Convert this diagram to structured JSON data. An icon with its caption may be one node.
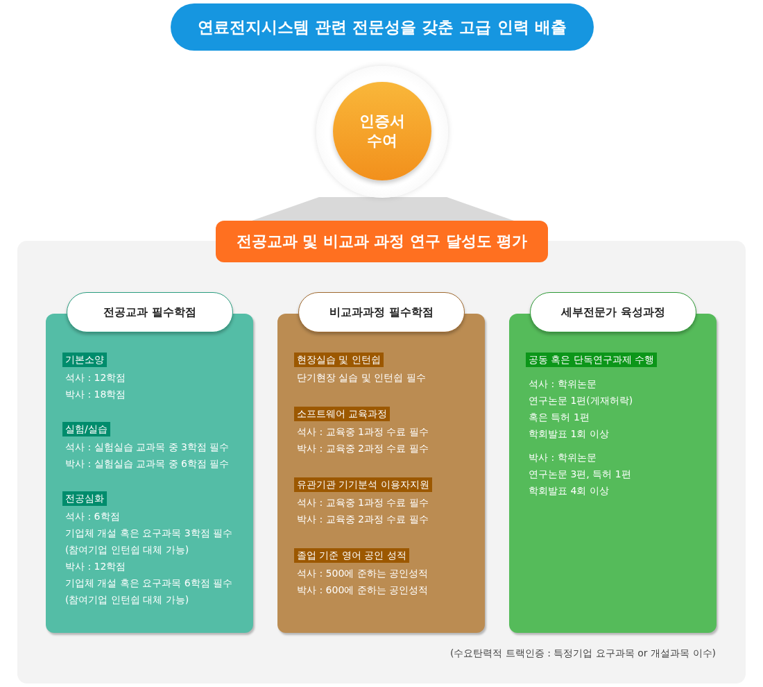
{
  "diagram": {
    "title": "연료전지시스템 관련 전문성을 갖춘 고급 인력 배출",
    "nodes": [
      {
        "text": [
          "인증서 수여"
        ]
      },
      {
        "text": [],
        "shape": "triangle"
      },
      {
        "text": [
          "전공교과 및 비교과 과정 연구 달성도 평가"
        ]
      },
      {
        "text": [
          "전공교과 필수학점"
        ]
      },
      {
        "text": [
          "기본소양",
          "석사 : 12학점",
          "박사 : 18학점"
        ],
        "in": 3
      },
      {
        "text": [
          "실험/실습",
          "석사 : 실험실습 교과목 중 3학점 필수",
          "박사 : 실험실습 교과목 중 6학점 필수"
        ],
        "in": 3
      },
      {
        "text": [
          "전공심화",
          "석사 : 6학점",
          "기업체 개설 혹은 요구과목 3학점 필수",
          "(참여기업 인턴쉽 대체 가능)"
        ],
        "in": 3
      },
      {
        "text": [
          "박사 : 12학점",
          "기업체 개설 혹은 요구과목 6학점 필수",
          "(참여기업 인턴쉽 대체 가능)"
        ],
        "in": 3
      },
      {
        "text": [
          "비교과과정 필수학점"
        ]
      },
      {
        "text": [
          "현장실습 및 인턴쉽",
          "단기현장 실습 및 인턴쉽 필수"
        ],
        "in": 8
      },
      {
        "text": [
          "소프트웨어 교육과정",
          "석사 : 교육중 1과정 수료 필수",
          "박사 : 교육중 2과정 수료 필수"
        ],
        "in": 8
      },
      {
        "text": [
          "유관기관 기기분석 이용자지원",
          "석사 : 교육중 1과정 수료 필수",
          "박사 : 교육중 2과정 수료 필수"
        ],
        "in": 8
      },
      {
        "text": [
          "졸업 기준 영어 공인 성적",
          "석사 : 500에 준하는 공인성적",
          "박사 : 600에 준하는 공인성적"
        ],
        "in": 8
      },
      {
        "text": [
          "세부전문가 육성과정"
        ]
      },
      {
        "text": [
          "공동 혹은 단독연구과제 수행",
          "석사 : 학위논문",
          "연구논문 1편(게재허락)",
          "혹은 특허 1편",
          "학회발표 1회 이상"
        ],
        "in": 13
      },
      {
        "text": [
          "박사 : 학위논문",
          "연구논문 3편, 특허 1편",
          "학회발표 4회 이상"
        ],
        "in": 13
      }
    ],
    "labels": [
      "(수요탄력적 트랙인증 : 특정기업 요구과목 or 개설과목 이수)"
    ]
  }
}
